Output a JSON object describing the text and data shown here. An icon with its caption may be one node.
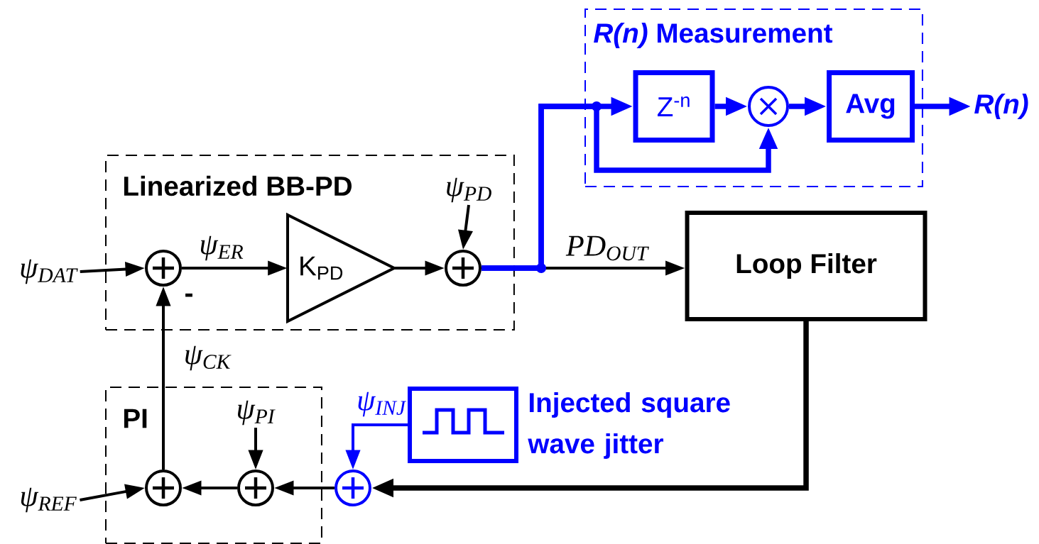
{
  "diagram": {
    "nodes": [
      {
        "text": [
          "Linearized BB-PD"
        ]
      },
      {
        "text": [
          "ψ$_{DAT}$"
        ]
      },
      {
        "text": [],
        "shape": "circle",
        "in": 0
      },
      {
        "text": [
          "K$_{PD}$"
        ],
        "in": 0
      },
      {
        "text": [
          "ψ$_{PD}$"
        ],
        "in": 0
      },
      {
        "text": [],
        "shape": "circle",
        "in": 0
      },
      {
        "text": [
          "*R(n)* Measurement"
        ]
      },
      {
        "text": [
          "Z$^{-n}$"
        ],
        "in": 6
      },
      {
        "text": [],
        "shape": "circle",
        "in": 6
      },
      {
        "text": [
          "Avg"
        ],
        "in": 6
      },
      {
        "text": [
          "R(n)"
        ]
      },
      {
        "text": [
          "Loop Filter"
        ]
      },
      {
        "text": [
          "PI"
        ]
      },
      {
        "text": [
          "ψ$_{REF}$"
        ]
      },
      {
        "text": [],
        "shape": "circle",
        "in": 12
      },
      {
        "text": [
          "ψ$_{PI}$"
        ],
        "in": 12
      },
      {
        "text": [],
        "shape": "circle",
        "in": 12
      },
      {
        "text": [],
        "shape": "circle"
      },
      {
        "text": [],
        "shape": "box",
        "beside": [
          "Injected square wave jitter"
        ]
      }
    ],
    "edges": [
      {
        "from": 1,
        "to": 2,
        "arrow": "to"
      },
      {
        "from": 2,
        "to": 3,
        "arrow": "to",
        "label": "ψ$_{ER}$"
      },
      {
        "from": 3,
        "to": 5,
        "arrow": "to"
      },
      {
        "from": 4,
        "to": 5,
        "arrow": "to"
      },
      {
        "from": 5,
        "to": 11,
        "arrow": "to",
        "label": "PD$_{OUT}$"
      },
      {
        "from": 5,
        "to": 7,
        "arrow": "to",
        "style": "thick",
        "color": "#0000ff"
      },
      {
        "from": 5,
        "to": 8,
        "arrow": "to",
        "style": "thick",
        "color": "#0000ff"
      },
      {
        "from": 7,
        "to": 8,
        "arrow": "to",
        "style": "thick",
        "color": "#0000ff"
      },
      {
        "from": 8,
        "to": 9,
        "arrow": "to",
        "style": "thick",
        "color": "#0000ff"
      },
      {
        "from": 9,
        "to": 10,
        "arrow": "to",
        "style": "thick",
        "color": "#0000ff"
      },
      {
        "from": 11,
        "to": 17,
        "arrow": "to",
        "style": "thick"
      },
      {
        "from": 18,
        "to": 17,
        "arrow": "to",
        "color": "#0000ff",
        "label": "ψ$_{INJ}$"
      },
      {
        "from": 17,
        "to": 16,
        "arrow": "to"
      },
      {
        "from": 15,
        "to": 16,
        "arrow": "to"
      },
      {
        "from": 16,
        "to": 14,
        "arrow": "to"
      },
      {
        "from": 13,
        "to": 14,
        "arrow": "to"
      },
      {
        "from": 14,
        "to": 2,
        "arrow": "to",
        "label": "ψ$_{CK}$"
      }
    ],
    "labels": [
      "-"
    ]
  }
}
